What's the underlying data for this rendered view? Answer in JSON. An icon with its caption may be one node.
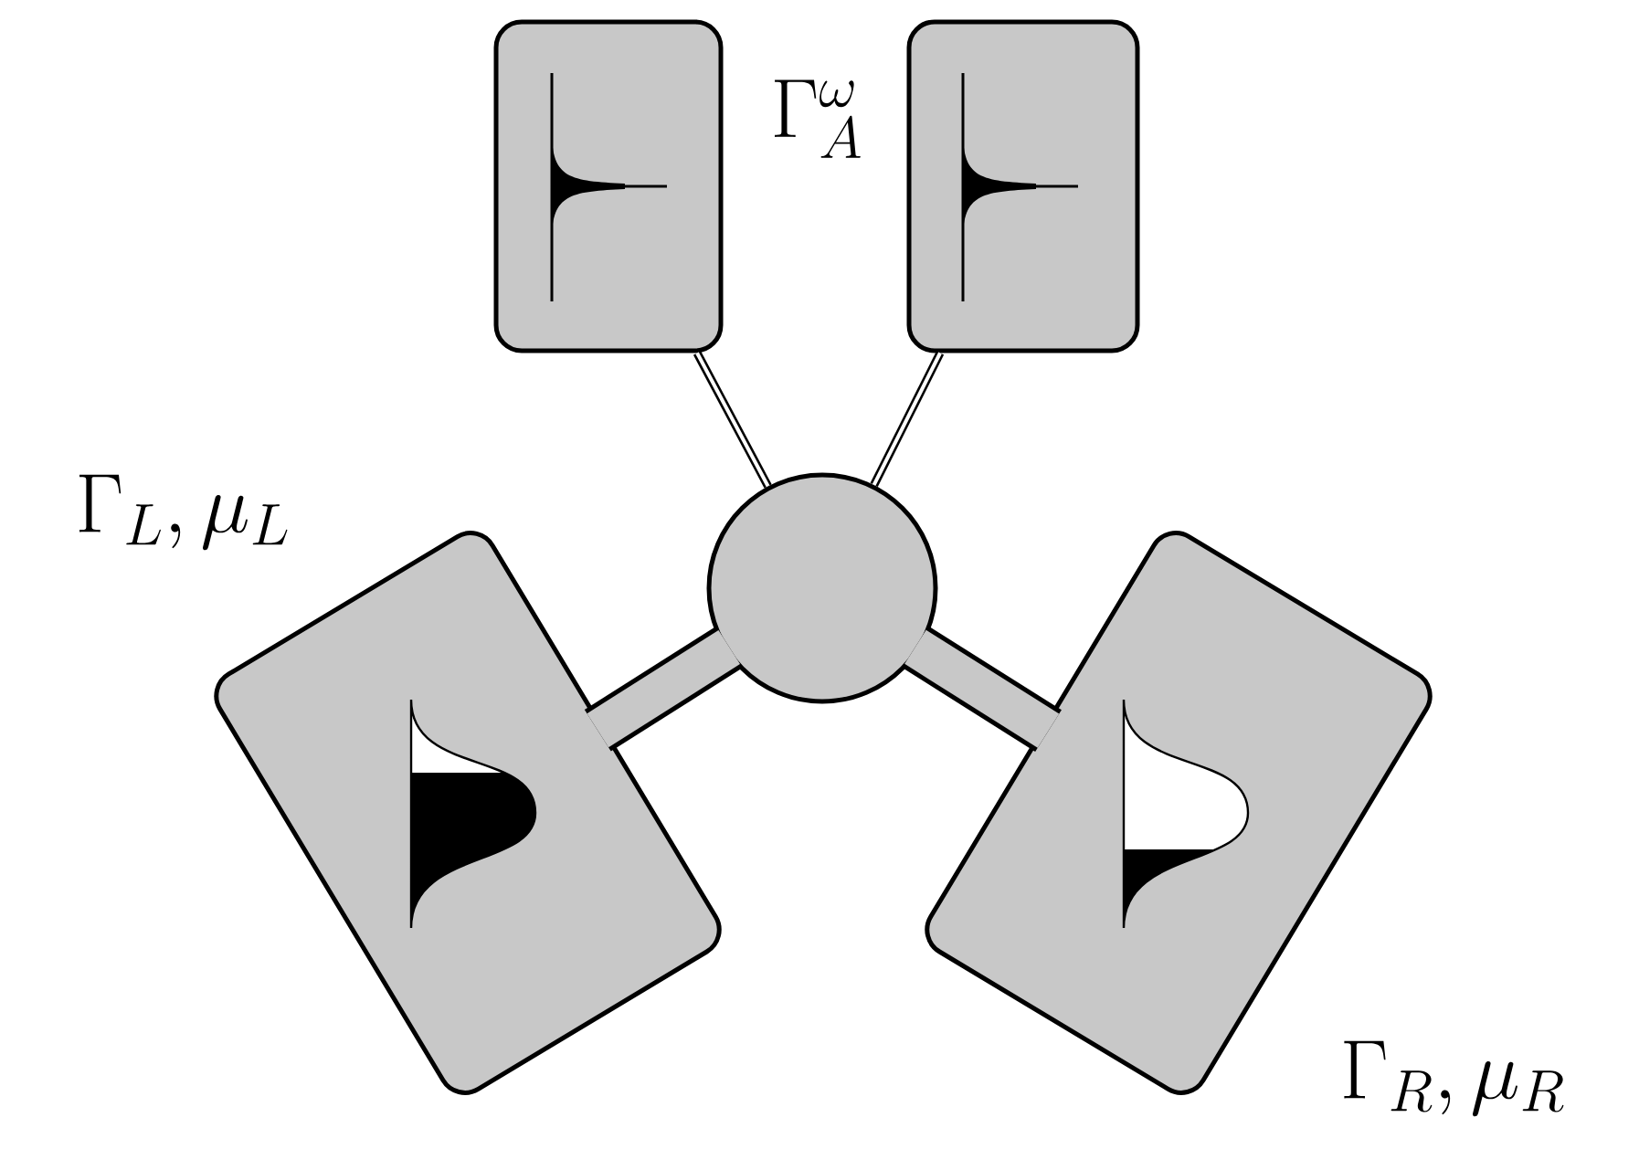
{
  "diagram": {
    "nodes": [
      {
        "text": [],
        "shape": "box"
      },
      {
        "text": [],
        "shape": "box"
      },
      {
        "text": [],
        "shape": "circle"
      },
      {
        "text": [],
        "shape": "box",
        "beside": [
          "\\Gamma_L, \\mu_L"
        ]
      },
      {
        "text": [],
        "shape": "box",
        "beside": [
          "\\Gamma_R, \\mu_R"
        ]
      }
    ],
    "edges": [
      {
        "from": 0,
        "to": 2,
        "arrow": "none"
      },
      {
        "from": 2,
        "to": 1,
        "arrow": "none"
      },
      {
        "from": 2,
        "to": 3,
        "arrow": "none",
        "style": "thick"
      },
      {
        "from": 2,
        "to": 4,
        "arrow": "none",
        "style": "thick"
      }
    ],
    "labels": [
      "\\Gamma_A^\\omega"
    ]
  }
}
